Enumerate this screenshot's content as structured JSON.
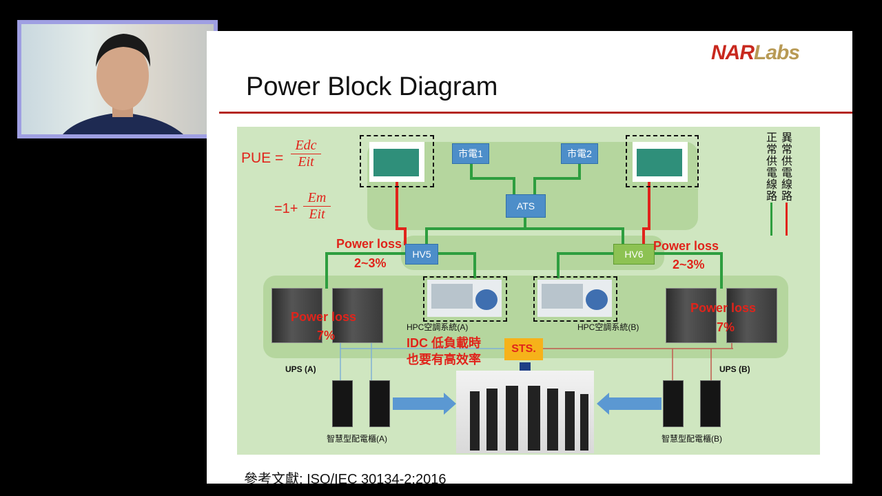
{
  "slide": {
    "title": "Power Block Diagram",
    "logo_nar": "NAR",
    "logo_labs": "Labs",
    "reference": "參考文獻: ISO/IEC 30134-2:2016"
  },
  "formula": {
    "pue_lhs": "PUE =",
    "frac1_num": "Edc",
    "frac1_den": "Eit",
    "line2_lhs": "=1+",
    "frac2_num": "Em",
    "frac2_den": "Eit"
  },
  "legend": {
    "normal": "正常供電線路",
    "abnormal": "異常供電線路",
    "normal_color": "#2e9e3f",
    "abnormal_color": "#e0241b"
  },
  "nodes": {
    "grid1": "市電1",
    "grid2": "市電2",
    "ats": "ATS",
    "hv5": "HV5",
    "hv6": "HV6",
    "sts": "STS."
  },
  "annotations": {
    "power_loss": "Power loss",
    "loss_hv": "2~3%",
    "loss_ups": "7%",
    "idc_line1": "IDC 低負載時",
    "idc_line2": "也要有高效率"
  },
  "labels": {
    "hpc_a": "HPC空調系統(A)",
    "hpc_b": "HPC空調系統(B)",
    "ups_a": "UPS (A)",
    "ups_b": "UPS (B)",
    "pdu_a": "智慧型配電櫃(A)",
    "pdu_b": "智慧型配電櫃(B)"
  }
}
